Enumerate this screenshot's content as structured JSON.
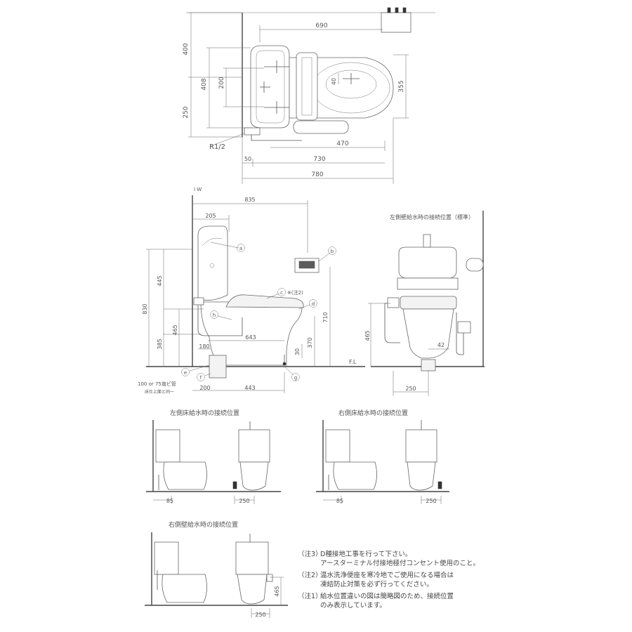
{
  "plan": {
    "dims": {
      "d690": "690",
      "d400": "400",
      "d408": "408",
      "d200": "200",
      "d40": "40",
      "d250": "250",
      "d355": "355",
      "d470": "470",
      "d50": "50",
      "d730": "730",
      "d780": "780"
    },
    "pipe_thread": "R1/2"
  },
  "side": {
    "dims": {
      "d835": "835",
      "d205": "205",
      "d445": "445",
      "d830": "830",
      "d465": "465",
      "d385": "385",
      "d710": "710",
      "d370": "370",
      "d643": "643",
      "d180": "180",
      "d30": "30",
      "d200": "200",
      "d443": "443"
    },
    "wall_mark": "I W",
    "floor_label": "F.L",
    "callouts": {
      "a": "a",
      "b": "b",
      "c": "c",
      "d": "d",
      "e": "e",
      "f": "f",
      "g": "g",
      "h": "h"
    },
    "seat_note": "※(注2)",
    "drain_note": "100 or 75塩ビ管",
    "drain_note2": "床仕上面と同一"
  },
  "front": {
    "title": "左側壁給水時の接続位置（標準）",
    "dims": {
      "d465": "465",
      "d42": "42",
      "d250": "250"
    }
  },
  "variants": {
    "left_floor": {
      "title": "左側床給水時の接続位置",
      "d85": "85",
      "d250": "250"
    },
    "right_floor": {
      "title": "右側床給水時の接続位置",
      "d85": "85",
      "d250": "250"
    },
    "right_wall": {
      "title": "右側壁給水時の接続位置",
      "d465": "465",
      "d250": "250"
    }
  },
  "notes": [
    {
      "label": "（注3）",
      "text": "D種接地工事を行って下さい。\nアースターミナル付接地極付コンセント使用のこと。"
    },
    {
      "label": "（注2）",
      "text": "温水洗浄便座を寒冷地でご使用になる場合は\n凍結防止対策を必ず行ってください。"
    },
    {
      "label": "（注1）",
      "text": "給水位置違いの図は簡略図のため、接続位置\nのみ表示しています。"
    }
  ]
}
